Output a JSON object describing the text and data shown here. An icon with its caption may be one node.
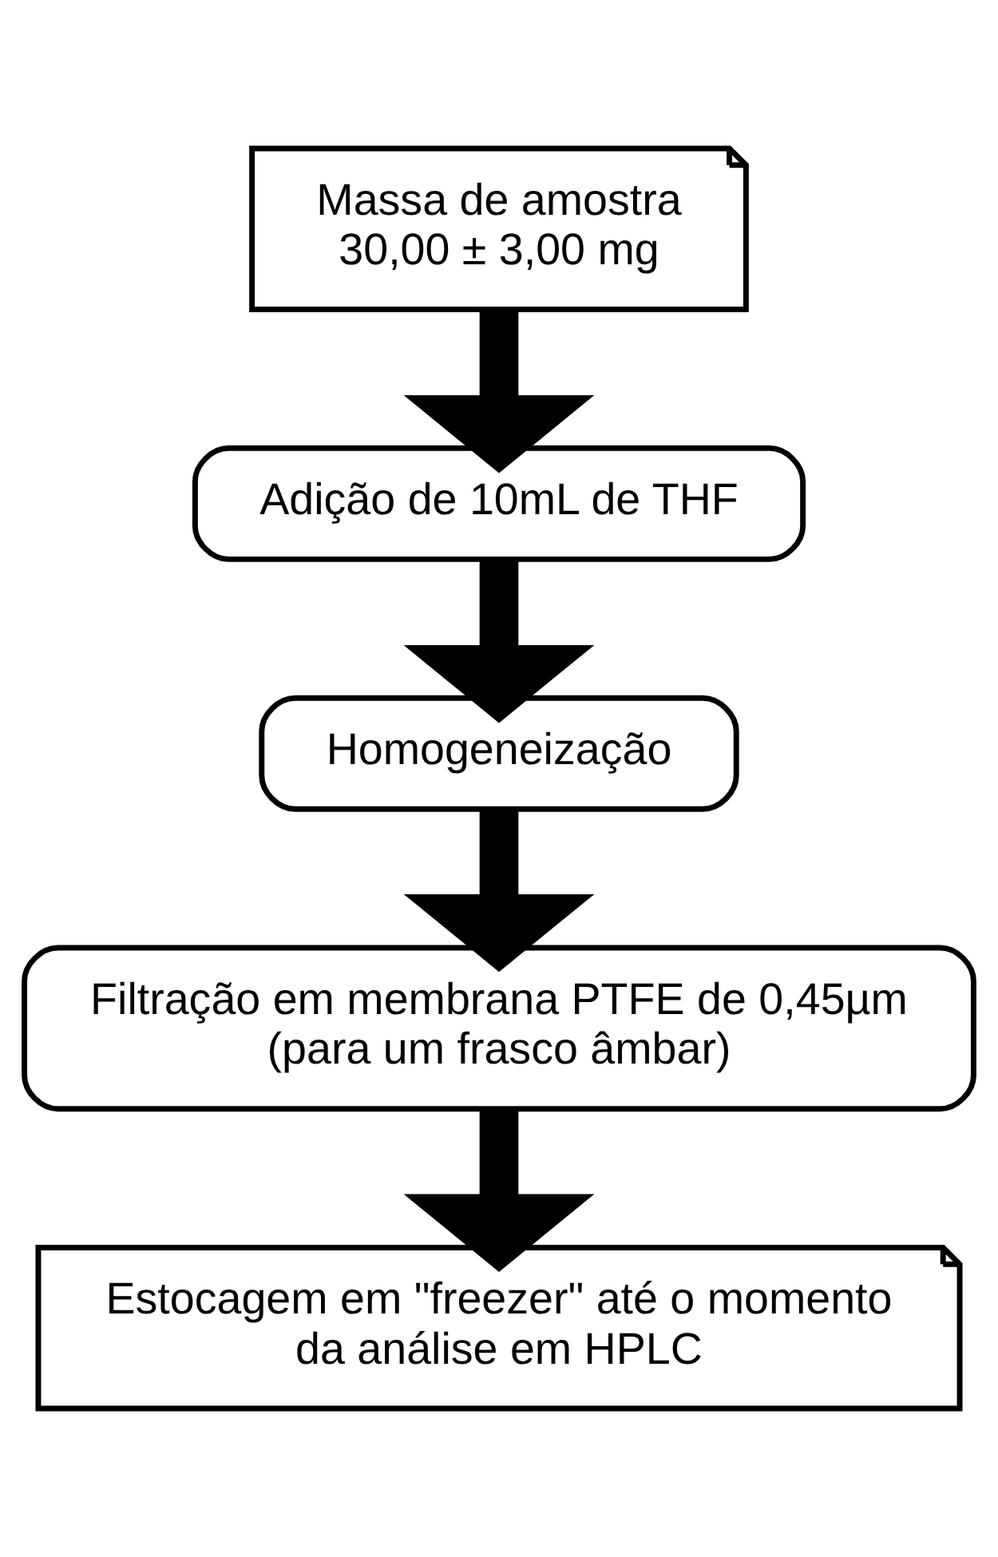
{
  "diagram": {
    "nodes": [
      {
        "text": [
          "Massa de amostra 30,00 ± 3,00 mg"
        ]
      },
      {
        "text": [
          "Adição de 10mL de THF"
        ]
      },
      {
        "text": [
          "Homogeneização"
        ]
      },
      {
        "text": [
          "Filtração em membrana PTFE de 0,45µm (para um frasco âmbar)"
        ]
      },
      {
        "text": [
          "Estocagem em \"freezer\" até o momento da análise em HPLC"
        ]
      }
    ],
    "edges": [
      {
        "from": 0,
        "to": 1,
        "arrow": "to"
      },
      {
        "from": 1,
        "to": 2,
        "arrow": "to"
      },
      {
        "from": 2,
        "to": 3,
        "arrow": "to"
      },
      {
        "from": 3,
        "to": 4,
        "arrow": "to"
      }
    ]
  }
}
